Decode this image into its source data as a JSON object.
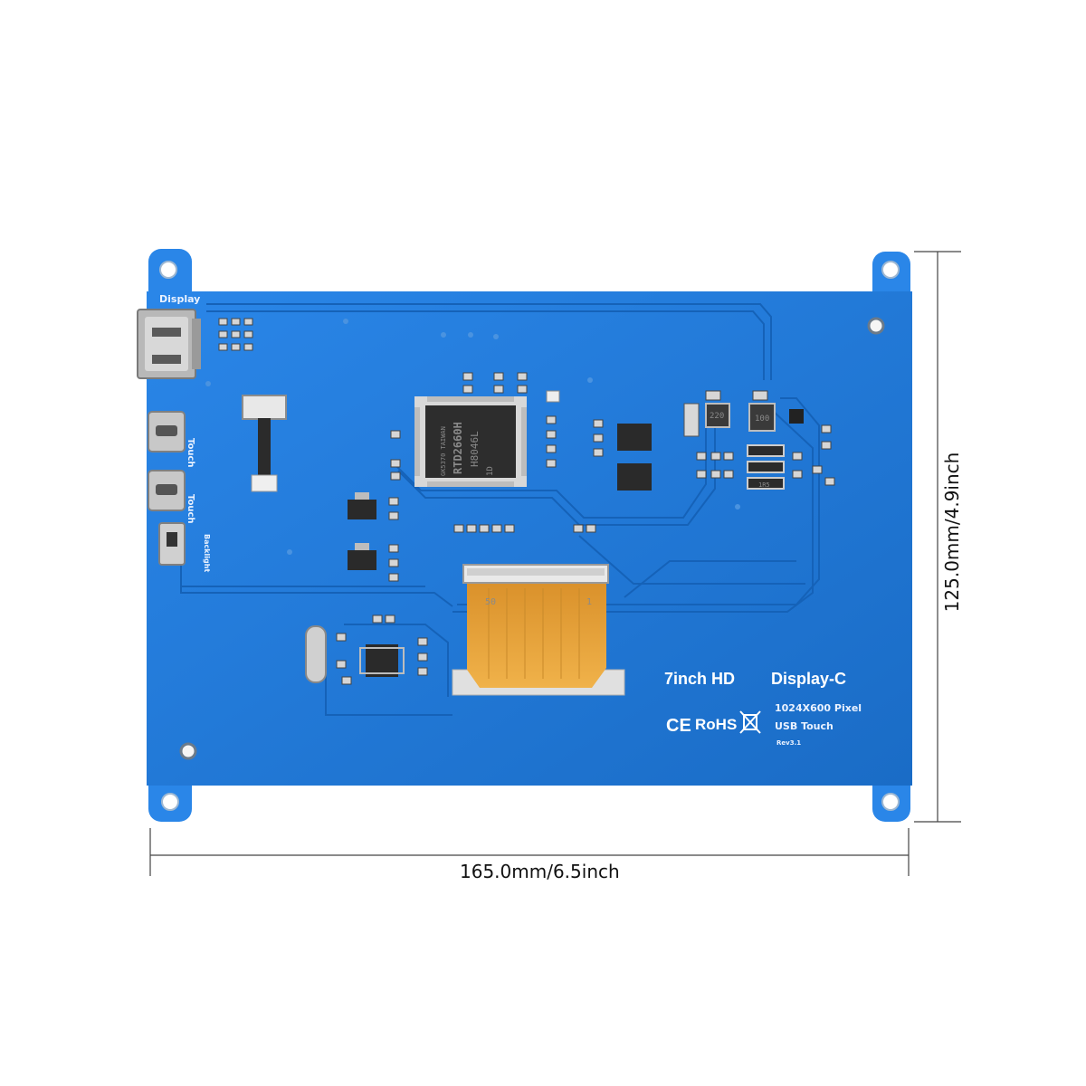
{
  "board": {
    "title": "7inch HD",
    "model": "Display-C",
    "resolution": "1024X600 Pixel",
    "touch": "USB Touch",
    "revision": "Rev3.1",
    "ce_mark": "CE",
    "rohs_mark": "RoHS",
    "colors": {
      "pcb": "#1e74d0",
      "pcb_edge": "#2a86e8",
      "trace": "#1663b8",
      "fpc": "#e8a43a",
      "silkscreen": "#ffffff"
    }
  },
  "ports": {
    "display_label": "Display",
    "touch_label_1": "Touch",
    "touch_label_2": "Touch",
    "backlight_label": "Backlight"
  },
  "chips": {
    "main_line1": "GK5370  TAIWAN",
    "main_line2": "RTD2660H",
    "main_line3": "H8046L",
    "main_line4": "1D",
    "inductor1": "220",
    "inductor2": "100",
    "resistor": "1R5",
    "fpc_num_left": "50",
    "fpc_num_right": "1"
  },
  "dimensions": {
    "width": "165.0mm/6.5inch",
    "height": "125.0mm/4.9inch"
  }
}
